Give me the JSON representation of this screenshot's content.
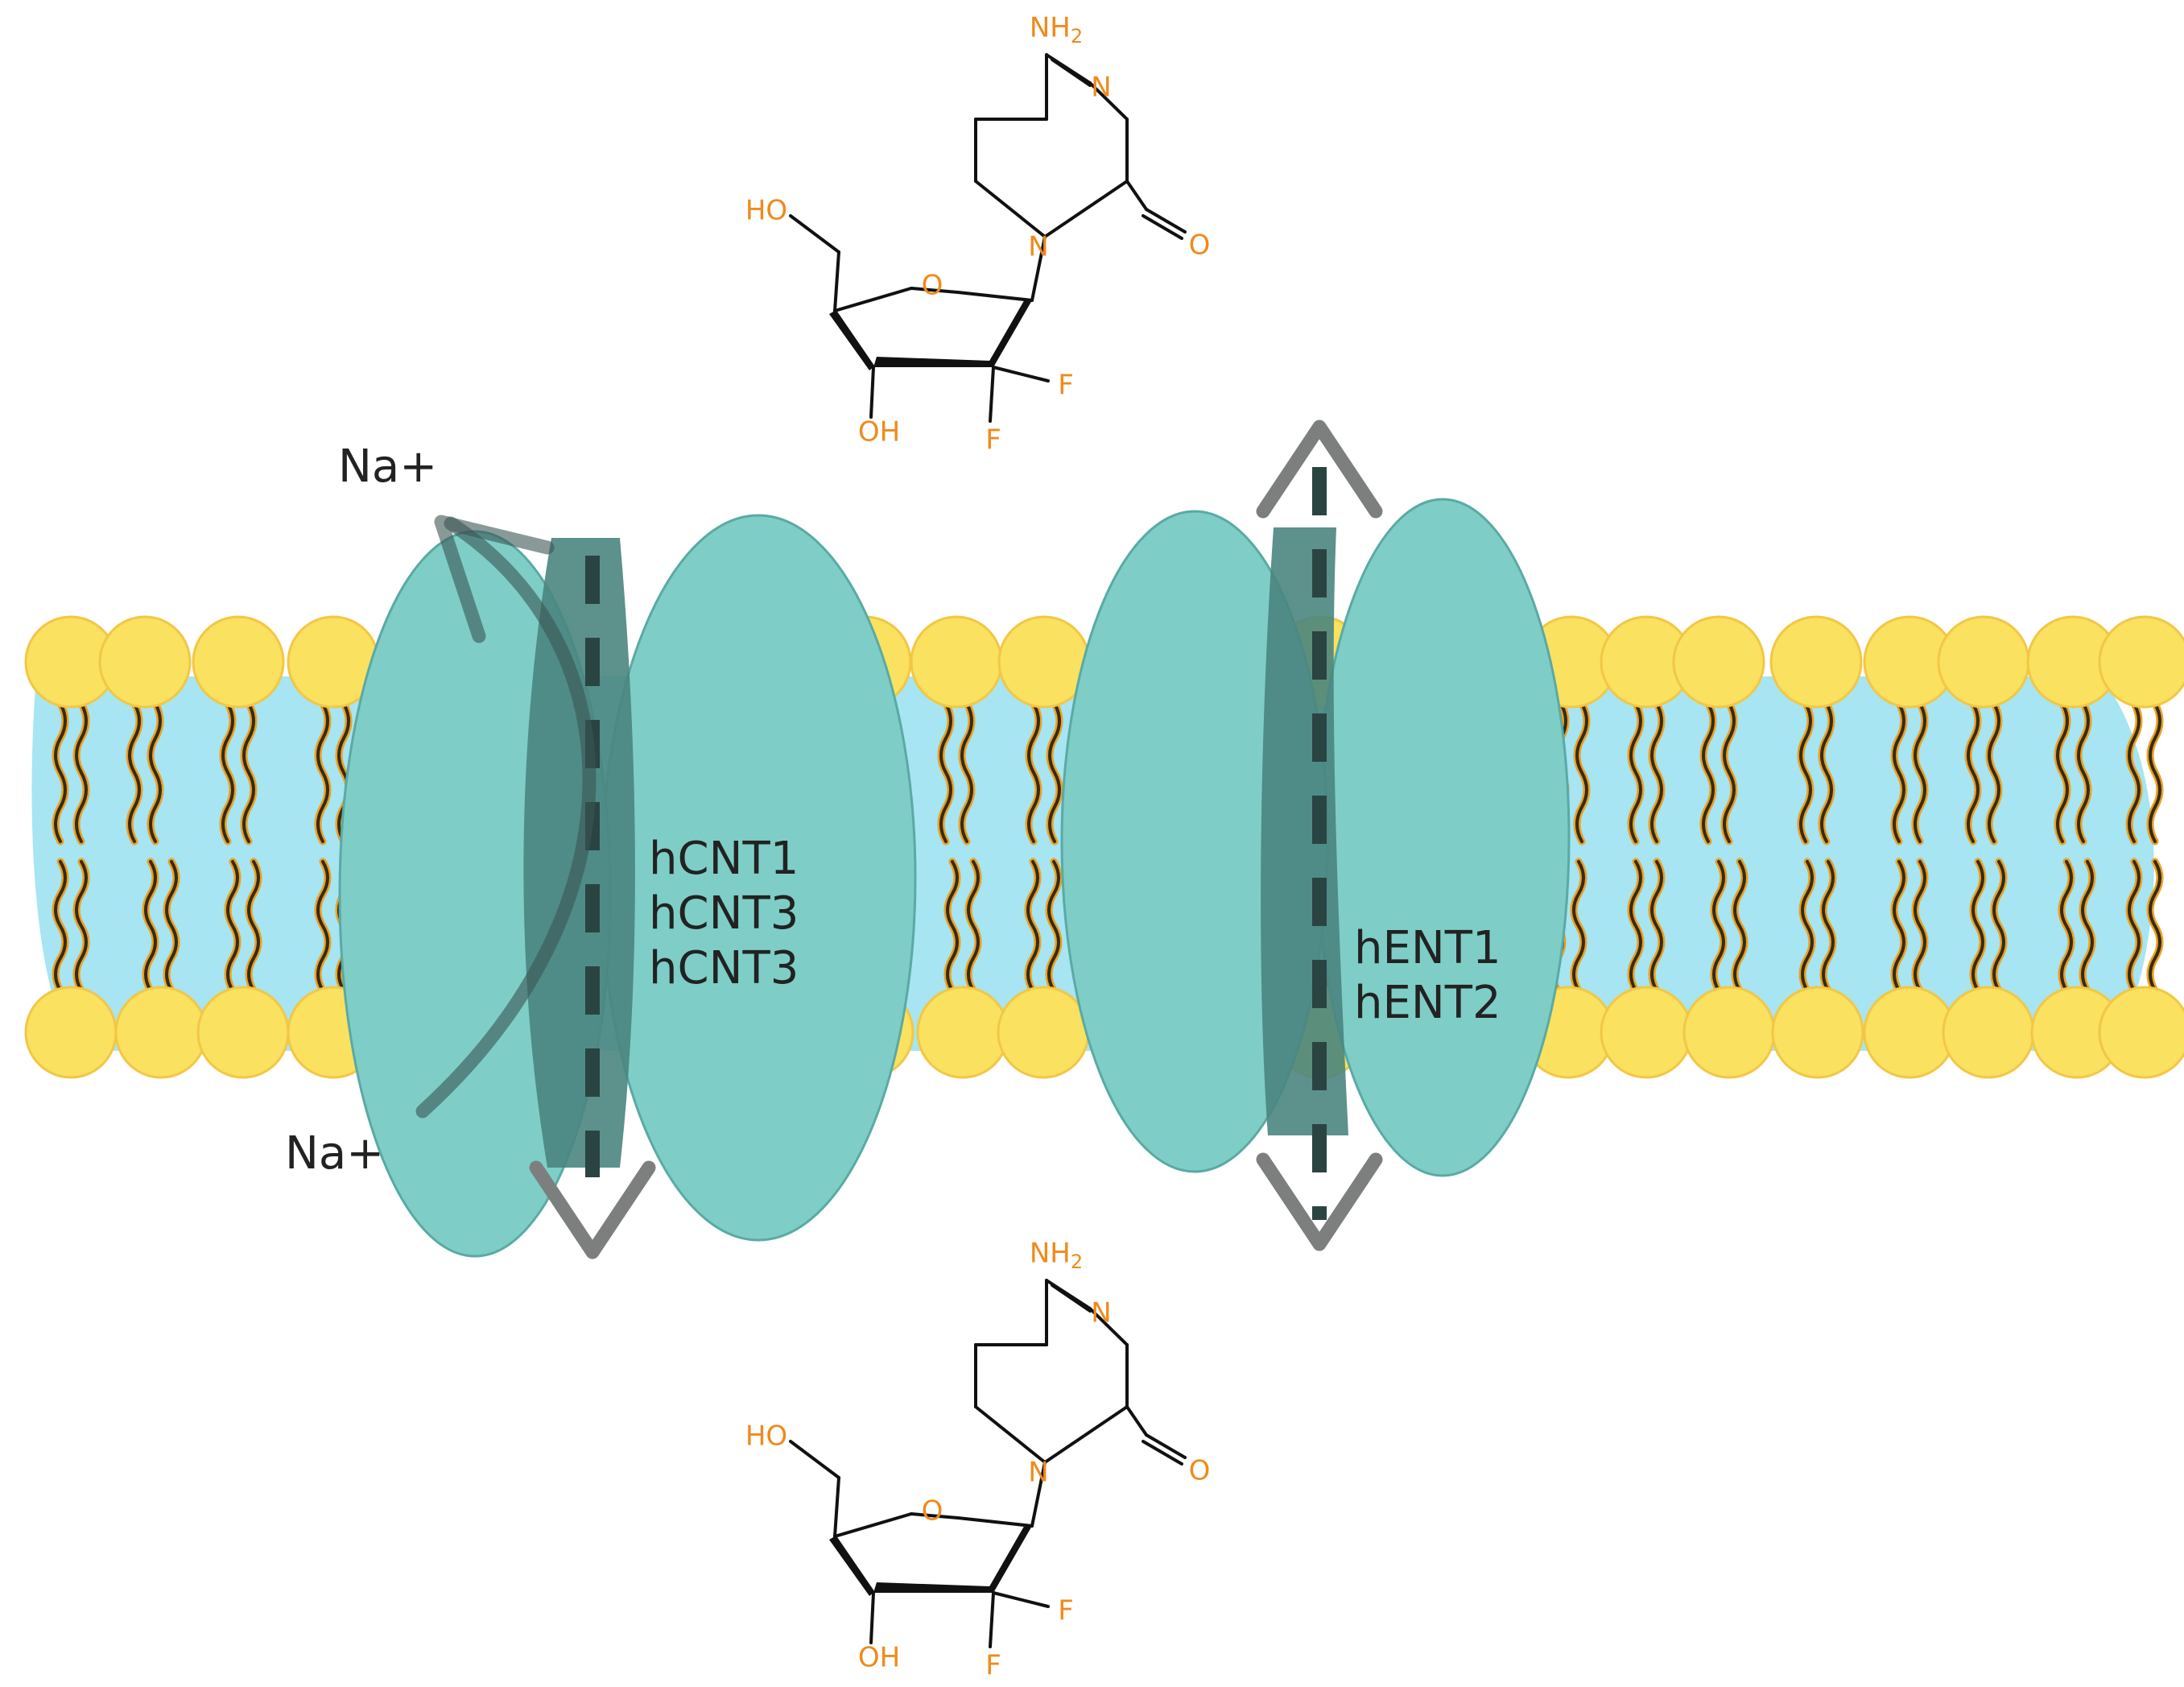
{
  "labels": {
    "na_top": "Na+",
    "na_bottom": "Na+",
    "cnt_transporters": [
      "hCNT1",
      "hCNT3",
      "hCNT3"
    ],
    "ent_transporters": [
      "hENT1",
      "hENT2"
    ]
  },
  "molecule": {
    "atoms": {
      "amine": "NH",
      "amine_sub": "2",
      "ring_n": "N",
      "ring_n1": "N",
      "carbonyl_o": "O",
      "ring_o": "O",
      "hydroxymethyl": "HO",
      "hydroxyl": "OH",
      "fluorine_a": "F",
      "fluorine_b": "F"
    }
  },
  "colors": {
    "membrane": "#a6e5f1",
    "lipid_head": "#fae15f",
    "lipid_head_stroke": "#f2c746",
    "lipid_tail": "#3a2a10",
    "lipid_tail_glow": "#e8a228",
    "protein": "#7ecec7",
    "protein_stroke": "#5aaaa4",
    "channel": "#4a8580",
    "arrow": "#7d7f7f",
    "atom_label": "#f08a1c",
    "bond": "#111111"
  }
}
